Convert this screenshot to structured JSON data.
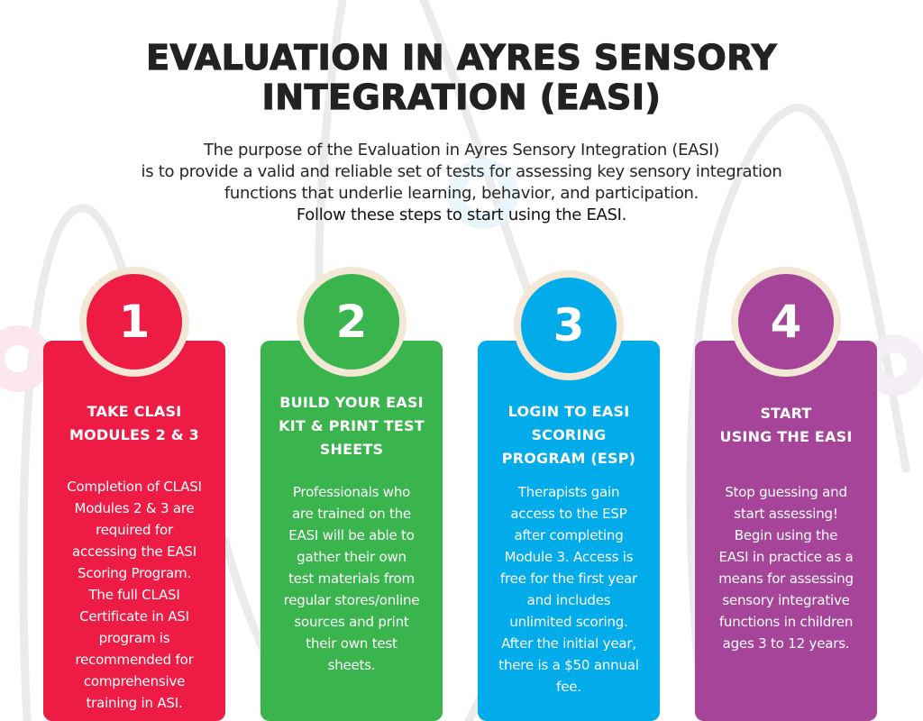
{
  "header": {
    "title_line1": "EVALUATION IN AYRES SENSORY",
    "title_line2": "INTEGRATION (EASI)"
  },
  "intro": {
    "line1": "The purpose of the Evaluation in Ayres Sensory Integration (EASI)",
    "line2": "is to provide a valid and reliable set of tests for assessing key sensory integration",
    "line3": "functions that underlie learning, behavior, and participation.",
    "call_to_action": "Follow these steps to start using the EASI."
  },
  "colors": {
    "step1": "#EE1B45",
    "step2": "#3AB44D",
    "step3": "#02ABEA",
    "step4": "#A6449A",
    "circle_ring": "#F3E7D6",
    "title_text": "#222222"
  },
  "steps": [
    {
      "number": "1",
      "heading_lines": [
        "TAKE CLASI",
        "MODULES 2 & 3"
      ],
      "body_lines": [
        "Completion of CLASI",
        "Modules 2 & 3 are",
        "required for",
        "accessing the EASI",
        "Scoring Program.",
        "The full CLASI",
        "Certificate in ASI",
        "program is",
        "recommended for",
        "comprehensive",
        "training in ASI."
      ]
    },
    {
      "number": "2",
      "heading_lines": [
        "BUILD YOUR EASI",
        "KIT & PRINT TEST",
        "SHEETS"
      ],
      "body_lines": [
        "Professionals who",
        "are trained on the",
        "EASI will be able to",
        "gather their own",
        "test materials from",
        "regular stores/online",
        "sources and print",
        "their own test",
        "sheets."
      ]
    },
    {
      "number": "3",
      "heading_lines": [
        "LOGIN TO EASI",
        "SCORING",
        "PROGRAM (ESP)"
      ],
      "body_lines": [
        "Therapists gain",
        "access to the ESP",
        "after completing",
        "Module 3. Access is",
        "free for the first year",
        "and includes",
        "unlimited scoring.",
        "After the initial year,",
        "there is a $50 annual",
        "fee."
      ]
    },
    {
      "number": "4",
      "heading_lines": [
        "START",
        "USING THE EASI"
      ],
      "body_lines": [
        "Stop guessing and",
        "start assessing!",
        "Begin using the",
        "EASI in practice as a",
        "means for assessing",
        "sensory integrative",
        "functions in children",
        "ages 3 to 12 years."
      ]
    }
  ]
}
